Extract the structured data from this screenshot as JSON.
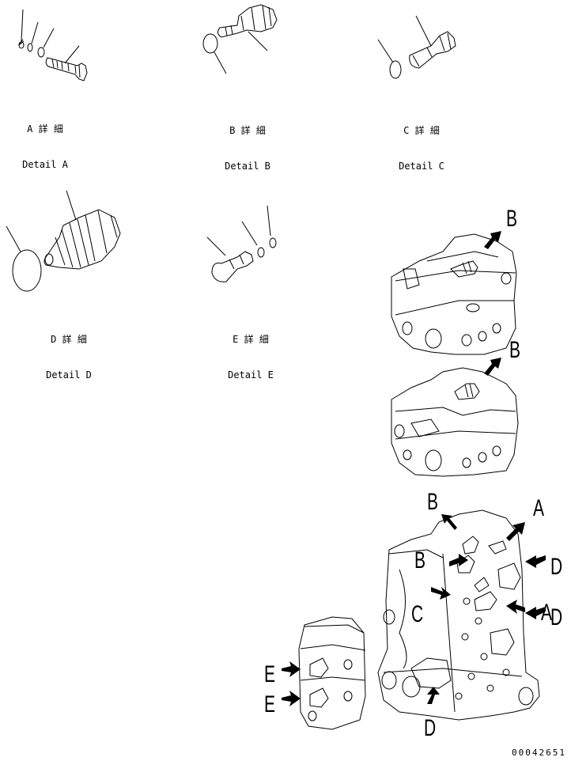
{
  "details": [
    {
      "id": "A",
      "jp": "A 詳 細",
      "en": "Detail A"
    },
    {
      "id": "B",
      "jp": "B 詳 細",
      "en": "Detail B"
    },
    {
      "id": "C",
      "jp": "C 詳 細",
      "en": "Detail C"
    },
    {
      "id": "D",
      "jp": "D 詳 細",
      "en": "Detail D"
    },
    {
      "id": "E",
      "jp": "E 詳 細",
      "en": "Detail E"
    }
  ],
  "callouts": {
    "b1": "B",
    "b2": "B",
    "b3": "B",
    "a1": "A",
    "b4": "B",
    "d1": "D",
    "c1": "C",
    "a2": "A",
    "d2": "D",
    "d3": "D",
    "e1": "E",
    "e2": "E"
  },
  "drawing_code": "00042651",
  "colors": {
    "line": "#000000",
    "background": "#ffffff"
  }
}
